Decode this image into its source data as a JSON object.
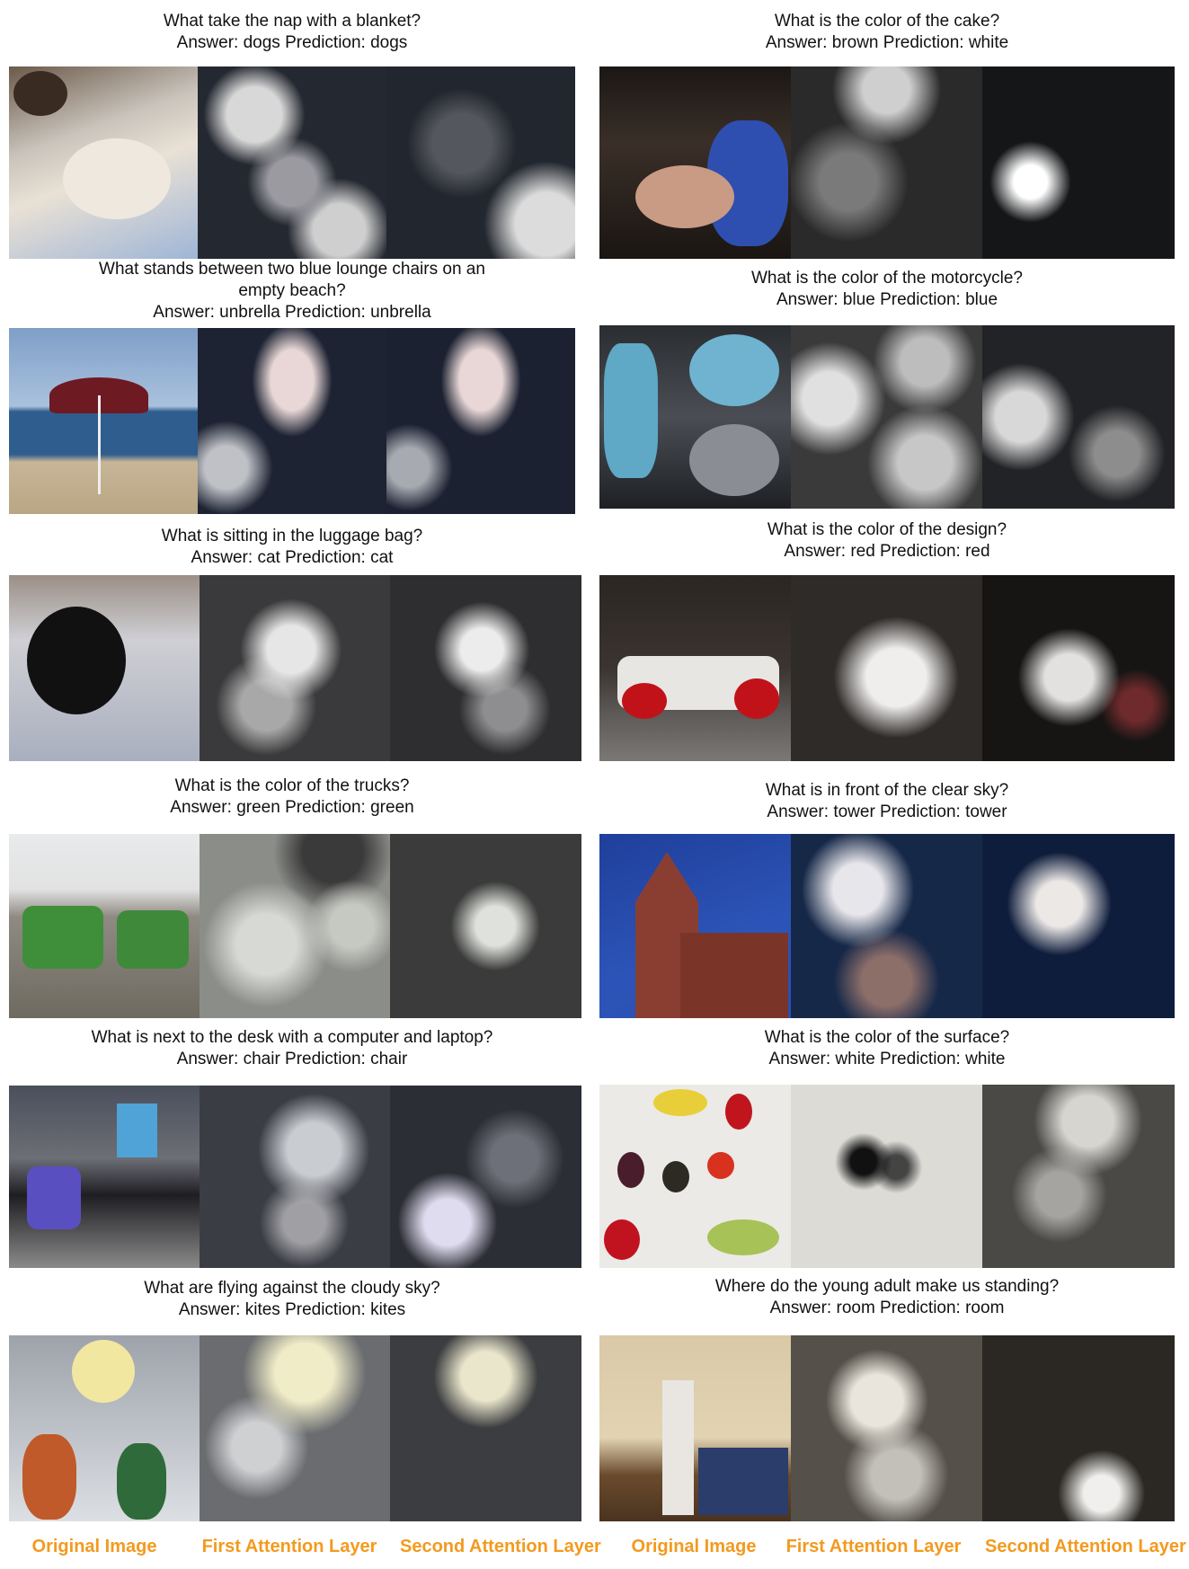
{
  "colors": {
    "label_orange": "#f39a1e"
  },
  "examples": [
    {
      "question": "What take the nap with a blanket?",
      "answer_line": "Answer: dogs   Prediction: dogs"
    },
    {
      "question": "What is the color of the cake?",
      "answer_line": "Answer: brown Prediction: white"
    },
    {
      "question": "What stands between two blue lounge chairs on an",
      "question_line2": "empty beach?",
      "answer_line": "Answer: unbrella Prediction: unbrella"
    },
    {
      "question": "What is the color of the motorcycle?",
      "answer_line": "Answer: blue Prediction: blue"
    },
    {
      "question": "What is sitting in the luggage bag?",
      "answer_line": "Answer: cat Prediction: cat"
    },
    {
      "question": "What is the color of the design?",
      "answer_line": "Answer: red Prediction: red"
    },
    {
      "question": "What is the color of the trucks?",
      "answer_line": "Answer: green Prediction: green"
    },
    {
      "question": "What is in front of the clear sky?",
      "answer_line": "Answer: tower Prediction: tower"
    },
    {
      "question": "What is next to the desk with a computer and laptop?",
      "answer_line": "Answer: chair Prediction: chair"
    },
    {
      "question": "What is the color of the surface?",
      "answer_line": "Answer: white Prediction: white"
    },
    {
      "question": "What are flying against the cloudy sky?",
      "answer_line": "Answer: kites Prediction: kites"
    },
    {
      "question": "Where do the young adult make us standing?",
      "answer_line": "Answer: room Prediction: room"
    }
  ],
  "column_labels": [
    "Original Image",
    "First Attention Layer",
    "Second Attention Layer",
    "Original Image",
    "First Attention Layer",
    "Second Attention Layer"
  ]
}
